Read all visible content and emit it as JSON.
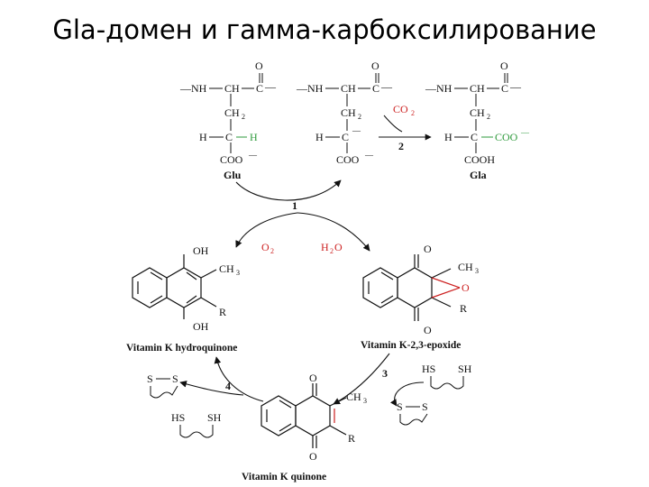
{
  "title": "Gla-домен и гамма-карбоксилирование",
  "colors": {
    "green": "#2e9a3c",
    "red": "#cc1f1f",
    "black": "#111111"
  },
  "top": {
    "glu": {
      "o": "O",
      "nh": "—NH",
      "ch": "CH",
      "c": "C",
      "dash": "—",
      "ch2": "CH",
      "sub2": "2",
      "h_left": "H",
      "c_mid": "C",
      "h_right": "H",
      "coo": "COO",
      "minus": "—",
      "name": "Glu"
    },
    "mid": {
      "o": "O",
      "nh": "—NH",
      "ch": "CH",
      "c": "C",
      "dash": "—",
      "ch2": "CH",
      "sub2": "2",
      "h_left": "H",
      "c_mid": "C",
      "minus_c": "—",
      "coo": "COO",
      "minus": "—"
    },
    "gla": {
      "o": "O",
      "nh": "—NH",
      "ch": "CH",
      "c": "C",
      "dash": "—",
      "ch2": "CH",
      "sub2": "2",
      "h_left": "H",
      "c_mid": "C",
      "coo_g": "COO",
      "minus_g": "—",
      "cooh": "COOH",
      "name": "Gla"
    },
    "co2": "CO",
    "co2_sub": "2",
    "step2": "2"
  },
  "cycle": {
    "step1": "1",
    "o2": "O",
    "o2_sub": "2",
    "h2o": "H",
    "h2o_sub": "2",
    "h2o_o": "O",
    "hydroquinone": {
      "oh_top": "OH",
      "oh_bot": "OH",
      "ch3": "CH",
      "ch3_sub": "3",
      "r": "R",
      "name": "Vitamin K hydroquinone"
    },
    "epoxide": {
      "o_top": "O",
      "o_bot": "O",
      "o_ring": "O",
      "ch3": "CH",
      "ch3_sub": "3",
      "r": "R",
      "name": "Vitamin K-2,3-epoxide"
    },
    "quinone": {
      "o_top": "O",
      "o_bot": "O",
      "ch3": "CH",
      "ch3_sub": "3",
      "r": "R",
      "name": "Vitamin K quinone"
    },
    "step3": "3",
    "step4": "4",
    "dithiol_right": {
      "hs": "HS",
      "sh": "SH"
    },
    "disulfide_right": {
      "s1": "S",
      "s2": "S"
    },
    "dithiol_left": {
      "hs": "HS",
      "sh": "SH"
    },
    "disulfide_left": {
      "s1": "S",
      "s2": "S"
    }
  }
}
